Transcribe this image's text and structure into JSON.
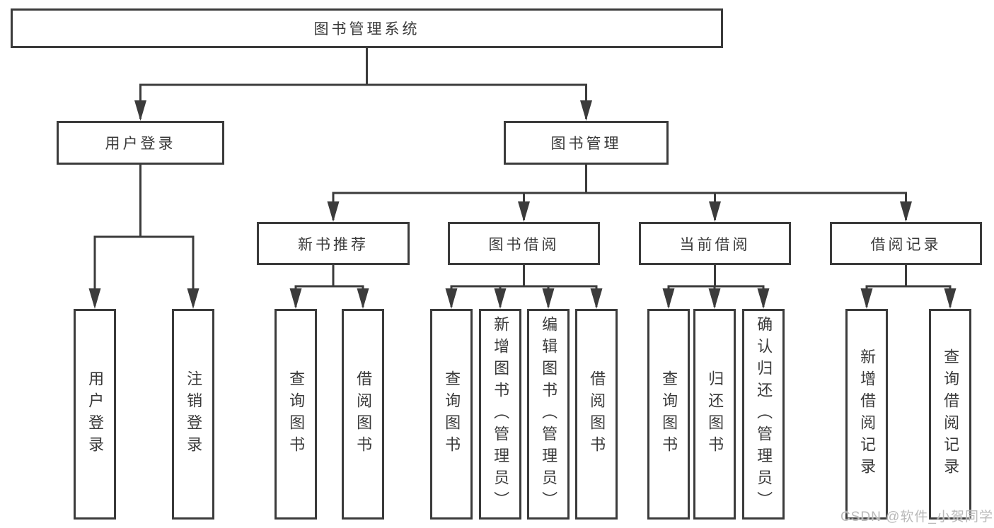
{
  "diagram": {
    "root_label": "图书管理系统",
    "level2": [
      {
        "label": "用户登录"
      },
      {
        "label": "图书管理"
      }
    ],
    "login_children": [
      "用户登录",
      "注销登录"
    ],
    "modules": [
      {
        "label": "新书推荐",
        "children": [
          "查询图书",
          "借阅图书"
        ]
      },
      {
        "label": "图书借阅",
        "children": [
          "查询图书",
          "新增图书（管理员）",
          "编辑图书（管理员）",
          "借阅图书"
        ]
      },
      {
        "label": "当前借阅",
        "children": [
          "查询图书",
          "归还图书",
          "确认归还（管理员）"
        ]
      },
      {
        "label": "借阅记录",
        "children": [
          "新增借阅记录",
          "查询借阅记录"
        ]
      }
    ],
    "watermark": "CSDN @软件_小贺同学",
    "colors": {
      "line": "#3b3b3b",
      "text": "#3a3a3a",
      "background": "#ffffff",
      "watermark": "#b9b9b9"
    }
  }
}
